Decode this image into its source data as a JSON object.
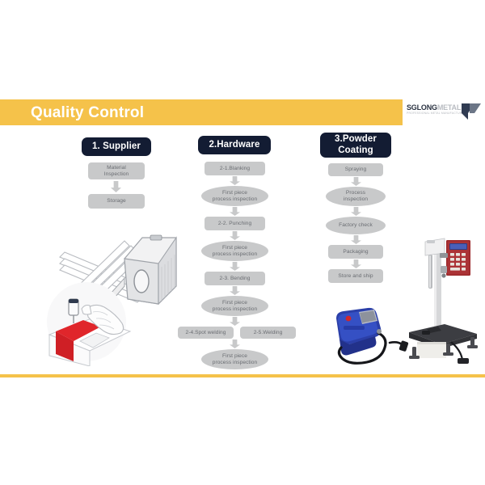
{
  "slide": {
    "title": "Quality Control",
    "accent_yellow": "#F5C24A",
    "header_navy": "#131C33",
    "node_gray": "#C8C9CA",
    "node_text_gray": "#6A6D72"
  },
  "logo": {
    "brand_primary": "SGLONG",
    "brand_secondary": "METAL",
    "tagline": "PROFESSIONAL METAL MANUFACTURER"
  },
  "columns": [
    {
      "id": "supplier",
      "header": "1. Supplier",
      "nodes": [
        {
          "label": "Material\nInspection",
          "shape": "rect"
        },
        {
          "label": "Storage",
          "shape": "rect"
        }
      ]
    },
    {
      "id": "hardware",
      "header": "2.Hardware",
      "nodes": [
        {
          "label": "2-1.Blanking",
          "shape": "rect"
        },
        {
          "label": "First piece\nprocess inspection",
          "shape": "ellipse"
        },
        {
          "label": "2-2. Punching",
          "shape": "rect"
        },
        {
          "label": "First piece\nprocess inspection",
          "shape": "ellipse"
        },
        {
          "label": "2-3. Bending",
          "shape": "rect"
        },
        {
          "label": "First piece\nprocess inspection",
          "shape": "ellipse"
        },
        {
          "label": "2-4.Spot welding",
          "shape": "rect"
        },
        {
          "label": "2-5.Welding",
          "shape": "rect"
        },
        {
          "label": "First piece\nprocess inspection",
          "shape": "ellipse"
        }
      ]
    },
    {
      "id": "powder-coating",
      "header": "3.Powder\nCoating",
      "nodes": [
        {
          "label": "Spraying",
          "shape": "rect"
        },
        {
          "label": "Process\ninspection",
          "shape": "ellipse"
        },
        {
          "label": "Factory check",
          "shape": "ellipse"
        },
        {
          "label": "Packaging",
          "shape": "rect"
        },
        {
          "label": "Store and ship",
          "shape": "rect"
        }
      ]
    }
  ],
  "illustrations": [
    {
      "name": "steel-sheet-coil-lineart",
      "caption": ""
    },
    {
      "name": "hand-coating-test-lineart",
      "caption": ""
    },
    {
      "name": "coating-thickness-gauge-photo",
      "caption": ""
    },
    {
      "name": "impact-tester-machine-photo",
      "caption": ""
    }
  ]
}
